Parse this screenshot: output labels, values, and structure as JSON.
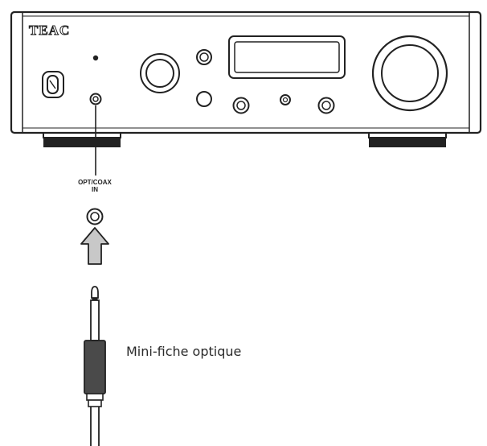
{
  "device": {
    "brand": "TEAC"
  },
  "jack": {
    "label_line1": "OPT/COAX",
    "label_line2": "IN"
  },
  "plug": {
    "caption": "Mini-fiche optique"
  },
  "icons": {
    "arrow": "up-arrow-icon",
    "plug": "mini-plug-icon",
    "jack": "input-jack-icon"
  }
}
